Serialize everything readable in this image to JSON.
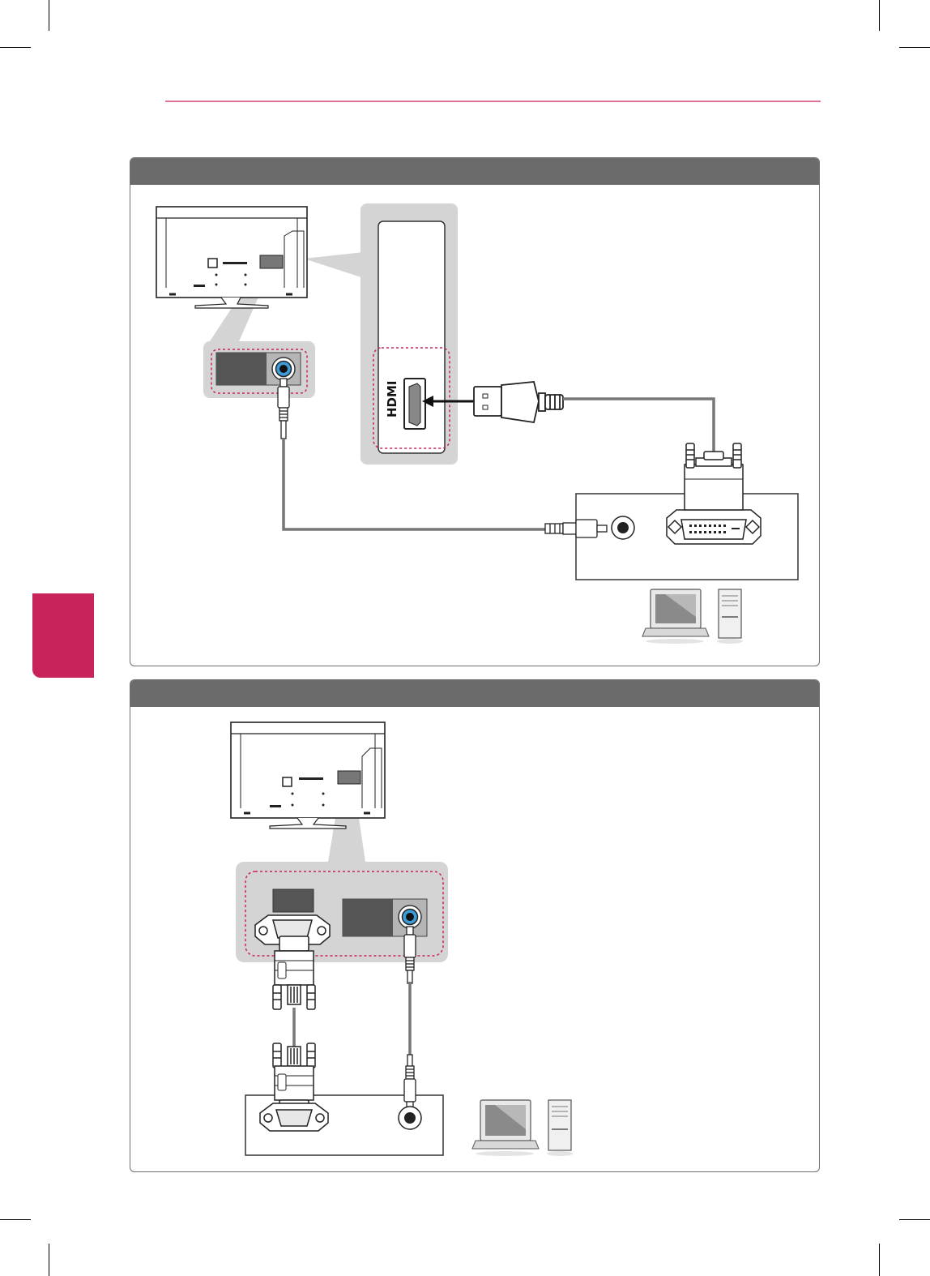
{
  "colors": {
    "accent": "#c8235a",
    "rule": "#e2739c",
    "header_bar": "#6b6b6b",
    "highlight_dash": "#c8235a",
    "jack_ring": "#3d9cd8",
    "cable": "#777777"
  },
  "diagram_1": {
    "port_label": "HDMI",
    "items": [
      "tv-rear",
      "hdmi-port-callout",
      "audio-in-callout",
      "hdmi-to-dvi-cable",
      "audio-cable",
      "pc-dvi-output",
      "pc-audio-output",
      "laptop-icon",
      "desktop-tower-icon"
    ]
  },
  "diagram_2": {
    "items": [
      "tv-rear",
      "rgb-audio-callout",
      "rgb-cable",
      "audio-cable",
      "pc-rgb-output",
      "pc-audio-output",
      "laptop-icon",
      "desktop-tower-icon"
    ]
  }
}
